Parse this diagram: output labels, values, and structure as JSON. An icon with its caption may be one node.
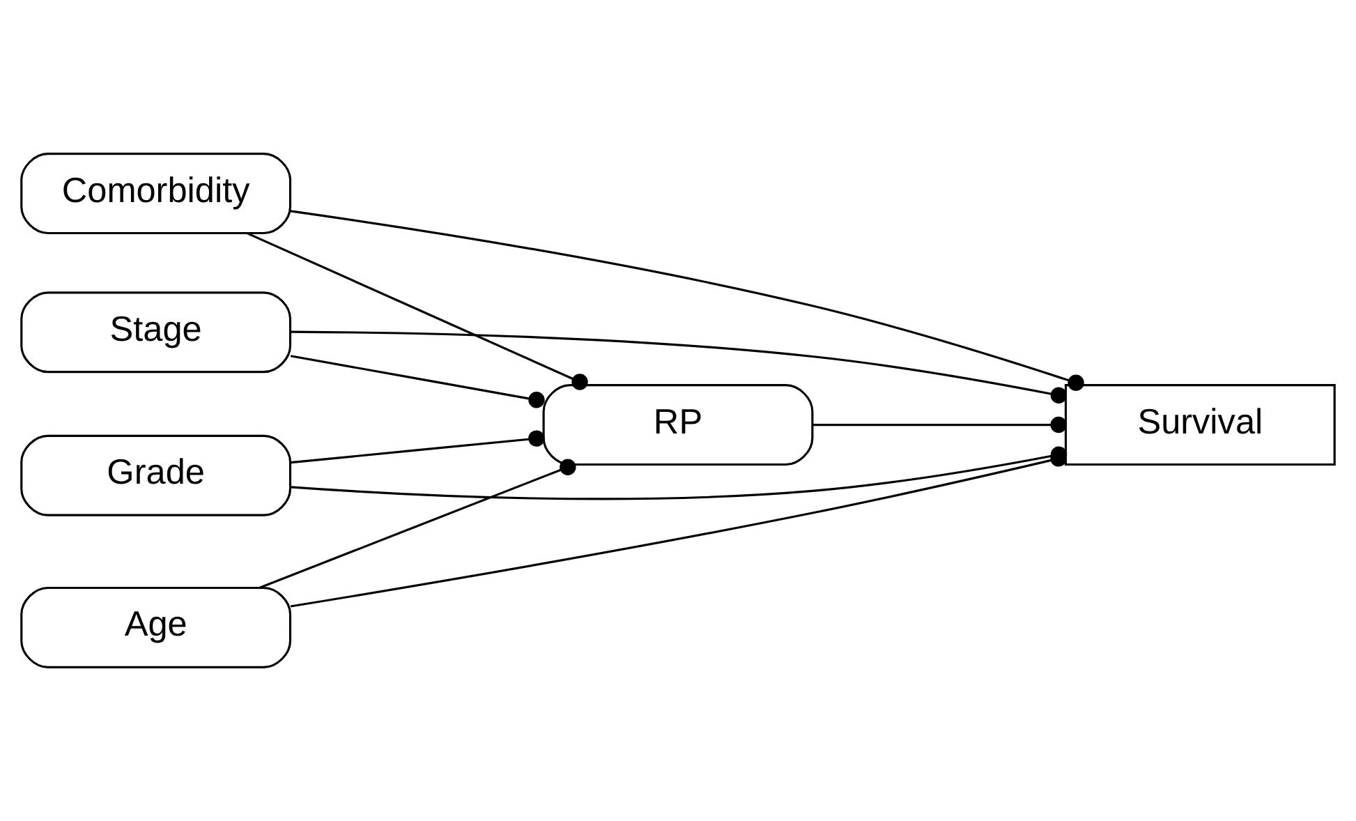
{
  "diagram": {
    "nodes": [
      {
        "text": [
          "RP"
        ]
      },
      {
        "text": [
          "Comorbidity"
        ]
      },
      {
        "text": [
          "Stage"
        ]
      },
      {
        "text": [
          "Grade"
        ]
      },
      {
        "text": [
          "Age"
        ]
      },
      {
        "text": [
          "Survival"
        ]
      }
    ],
    "edges": [
      {
        "from": 1,
        "to": 0,
        "arrow": "other"
      },
      {
        "from": 2,
        "to": 0,
        "arrow": "other"
      },
      {
        "from": 3,
        "to": 0,
        "arrow": "other"
      },
      {
        "from": 4,
        "to": 0,
        "arrow": "other"
      },
      {
        "from": 0,
        "to": 5,
        "arrow": "other"
      },
      {
        "from": 1,
        "to": 5,
        "arrow": "other"
      },
      {
        "from": 2,
        "to": 5,
        "arrow": "other"
      },
      {
        "from": 3,
        "to": 5,
        "arrow": "other"
      },
      {
        "from": 4,
        "to": 5,
        "arrow": "other"
      }
    ]
  }
}
